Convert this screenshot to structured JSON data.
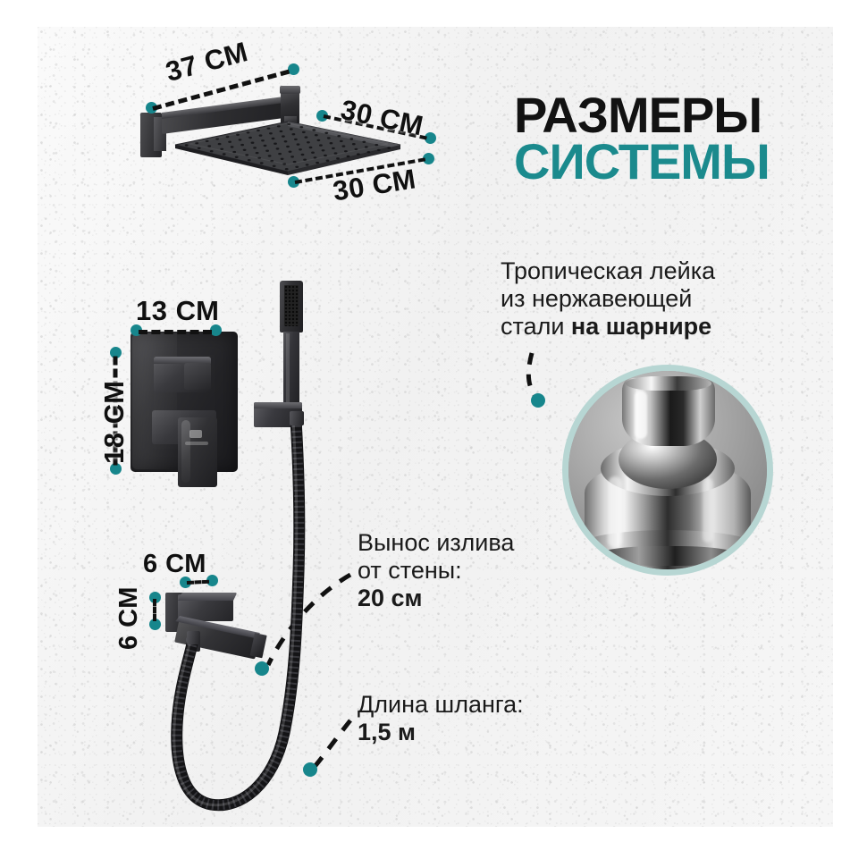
{
  "meta": {
    "heading_line1": "РАЗМЕРЫ",
    "heading_line2": "СИСТЕМЫ",
    "accent_color": "#1b8a8d",
    "dot_color": "#17868c",
    "text_color": "#1a1a1a",
    "ring_color": "#b7d6d3",
    "background_color": "#f4f4f4"
  },
  "callouts": {
    "swivel": {
      "line1": "Тропическая лейка",
      "line2": "из нержавеющей",
      "line3_regular": "стали ",
      "line3_bold": "на шарнире"
    },
    "spout": {
      "line1": "Вынос излива",
      "line2": "от стены:",
      "value": "20 см"
    },
    "hose": {
      "line1": "Длина шланга:",
      "value": "1,5 м"
    }
  },
  "dimensions": {
    "arm_length": "37 СМ",
    "head_side_a": "30 СМ",
    "head_side_b": "30 СМ",
    "valve_width": "13 СМ",
    "valve_height": "18 СМ",
    "spout_width": "6 СМ",
    "spout_height": "6 СМ"
  },
  "parts": {
    "overhead_shower": "overhead-rain-shower",
    "concealed_mixer": "concealed-mixer-valve",
    "hand_shower": "hand-shower-wand",
    "wall_bracket": "hand-shower-wall-bracket",
    "bath_spout": "bath-spout",
    "hose": "flexible-shower-hose",
    "swivel_photo": "chrome-swivel-joint-photo"
  }
}
